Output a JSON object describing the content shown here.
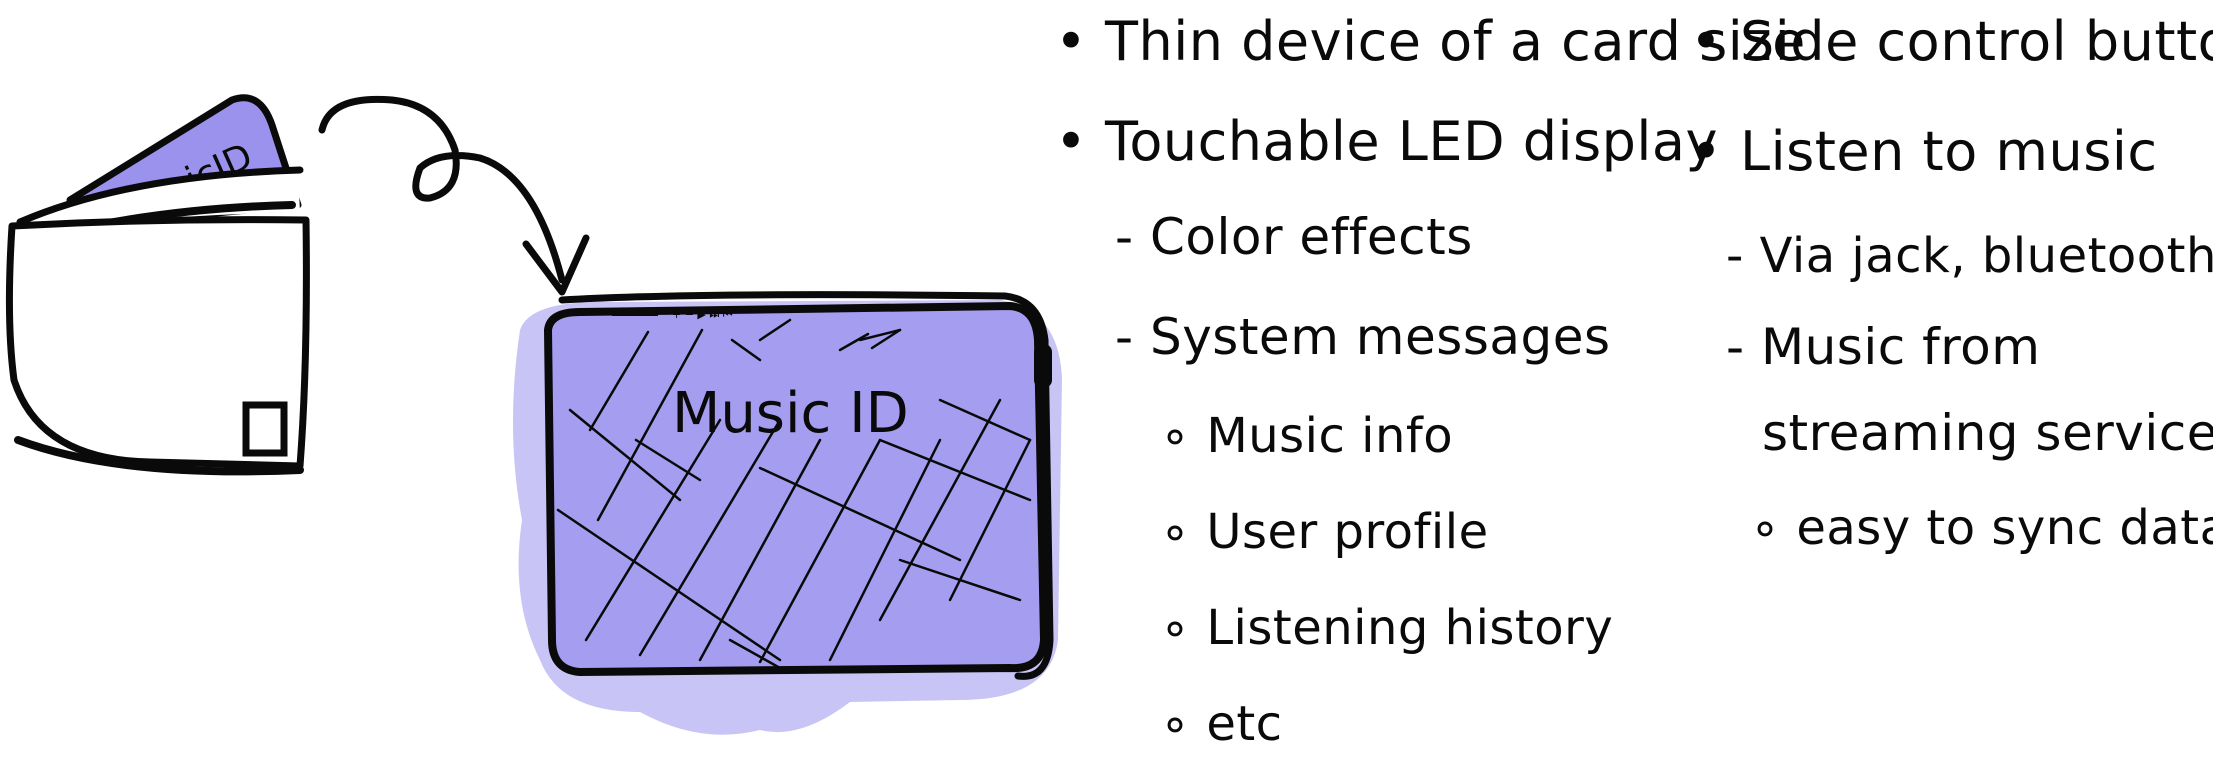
{
  "wallet_card_label": "MusicID",
  "device_screen_label": "Music ID",
  "device_button_labels": "+ − ▶ ⏭ ⏮",
  "colors": {
    "ink": "#0a0a0a",
    "fill_card": "#9a92ec",
    "fill_halo": "#c9c4f6",
    "fill_screen": "#a59ef0"
  },
  "notes_left": [
    {
      "mark": "•",
      "text": "Thin device of a card size"
    },
    {
      "mark": "•",
      "text": "Touchable LED display"
    },
    {
      "mark": "-",
      "text": "Color effects"
    },
    {
      "mark": "-",
      "text": "System messages"
    },
    {
      "mark": "∘",
      "text": "Music info"
    },
    {
      "mark": "∘",
      "text": "User profile"
    },
    {
      "mark": "∘",
      "text": "Listening history"
    },
    {
      "mark": "∘",
      "text": "etc"
    }
  ],
  "notes_right": [
    {
      "mark": "•",
      "text": "Side control buttons"
    },
    {
      "mark": "•",
      "text": "Listen to music"
    },
    {
      "mark": "-",
      "text": "Via jack, bluetooth, ..."
    },
    {
      "mark": "-",
      "text": "Music from"
    },
    {
      "mark": "",
      "text": "streaming services"
    },
    {
      "mark": "∘",
      "text": "easy to sync data"
    }
  ]
}
